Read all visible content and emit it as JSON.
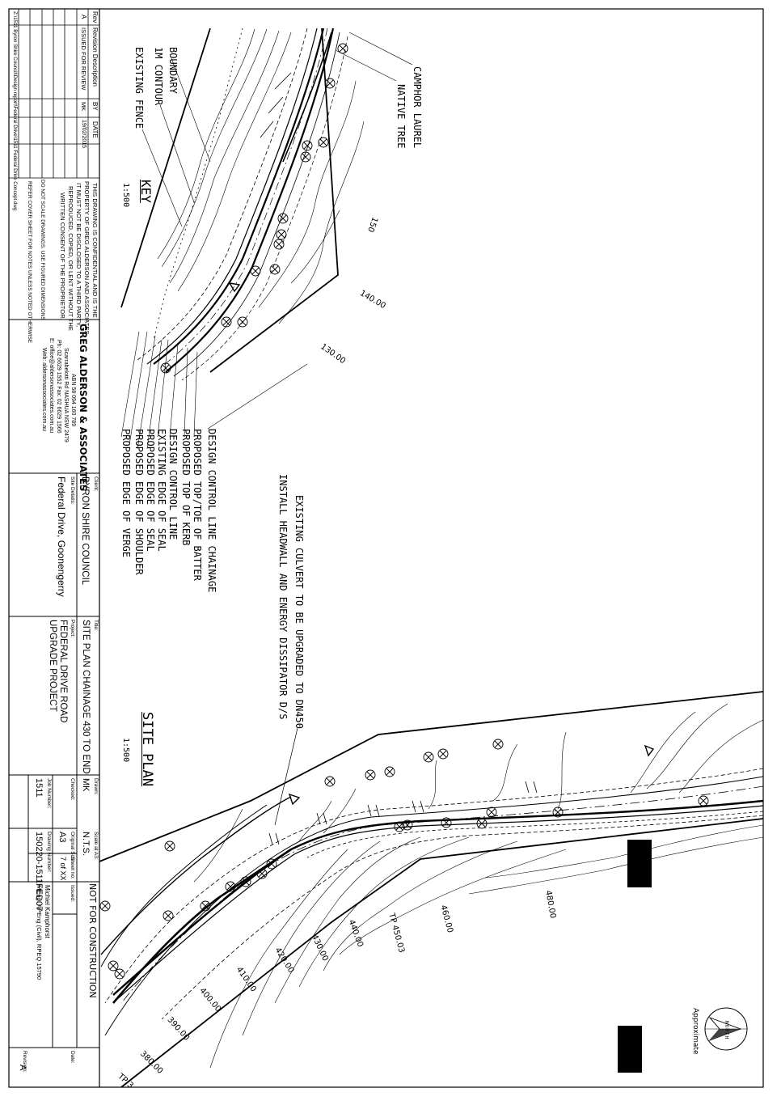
{
  "revision_table": {
    "headers": {
      "rev": "Rev",
      "description": "Revision Description",
      "by": "BY",
      "date": "DATE"
    },
    "rows": [
      {
        "rev": "A",
        "description": "ISSUED FOR REVIEW",
        "by": "MK",
        "date": "19/02/2015"
      }
    ]
  },
  "file_path": "Z:\\1511 Byron Shire Council\\Design report\\Federal Drive\\1511 Federal Drive Concept.dwg",
  "confidentiality": {
    "lines": [
      "THIS DRAWING IS CONFIDENTIAL AND IS THE",
      "PROPERTY OF GREG ALDERSON AND ASSOCIATES",
      "IT MUST NOT BE DISCLOSED TO A THIRD PARTY,",
      "REPRODUCED, COPIED, OR LENT WITHOUT THE",
      "WRITTEN CONSENT OF THE PROPRIETOR."
    ],
    "notes": [
      "DO NOT SCALE DRAWINGS. USE FIGURED DIMENSIONS",
      "REFER COVER SHEET FOR NOTES UNLESS NOTED OTHERWISE"
    ]
  },
  "company": {
    "name": "GREG ALDERSON & ASSOCIATES",
    "abn": "ABN 58 094 160 789",
    "address": "Scarrabelotti Rd NASHUA NSW 2479",
    "phone": "Ph: 02 6629 1552  Fax: 02 6629 1566",
    "email": "E: office@aldersonassociates.com.au",
    "web": "Web: aldersonassociates.com.au"
  },
  "client": {
    "label": "Client:",
    "value": "BYRON SHIRE COUNCIL"
  },
  "site_details": {
    "label": "Site Details:",
    "value": "Federal Drive, Goonengerry"
  },
  "title_field": {
    "label": "Title:",
    "value": "SITE PLAN CHAINAGE 430 TO END"
  },
  "project": {
    "label": "Project:",
    "lines": [
      "FEDERAL DRIVE ROAD",
      "UPGRADE PROJECT"
    ]
  },
  "drawn": {
    "label": "Drawn:",
    "value": "MK"
  },
  "checked": {
    "label": "Checked:",
    "value": ""
  },
  "job_number": {
    "label": "Job Number:",
    "value": "1511"
  },
  "scale": {
    "label": "Scale at A3:",
    "value": "N.T.S."
  },
  "original_size": {
    "label": "Original Size:",
    "value": "A3"
  },
  "drawing_number": {
    "label": "Drawing Number:",
    "value": "150220-1511FED07"
  },
  "sheet": {
    "label": "Sheet no:",
    "value": "7 of XX"
  },
  "issued": {
    "label": "Issued:"
  },
  "not_for_construction": "NOT FOR CONSTRUCTION",
  "engineer": {
    "name": "Michiel Kamphorst",
    "credentials": "MEng. RPEng (Civil), RPEQ 15790"
  },
  "date_label": "Date:",
  "revision": {
    "label": "Revision:",
    "value": "A"
  },
  "key": {
    "title": "KEY",
    "scale": "1:500",
    "labels_top": [
      "CAMPHOR LAUREL",
      "NATIVE TREE"
    ],
    "labels_left": [
      "BOUNDARY",
      "1M CONTOUR",
      "EXISTING FENCE"
    ],
    "legend": [
      "DESIGN CONTROL LINE CHAINAGE",
      "PROPOSED TOP/TOE OF BATTER",
      "PROPOSED TOP OF KERB",
      "DESIGN CONTROL LINE",
      "EXISTING EDGE OF SEAL",
      "PROPOSED EDGE OF SEAL",
      "PROPOSED EDGE OF SHOULDER",
      "PROPOSED EDGE OF VERGE"
    ],
    "chainages": [
      "150",
      "140.00",
      "130.00"
    ]
  },
  "site_plan": {
    "title": "SITE PLAN",
    "scale": "1:500",
    "note_lines": [
      "EXISTING CULVERT TO BE UPGRADED TO DN450",
      "INSTALL HEADWALL AND ENERGY DISSIPATOR D/S"
    ],
    "chainages": [
      "480.00",
      "460.00",
      "TP 450.03",
      "440.00",
      "430.00",
      "420.00",
      "410.00",
      "400.00",
      "390.00",
      "380.00",
      "TP 3"
    ]
  },
  "north": {
    "letters": [
      "N",
      "O",
      "R",
      "T",
      "H"
    ],
    "label": "Approximate"
  },
  "colors": {
    "ink": "#000000",
    "paper": "#ffffff"
  }
}
